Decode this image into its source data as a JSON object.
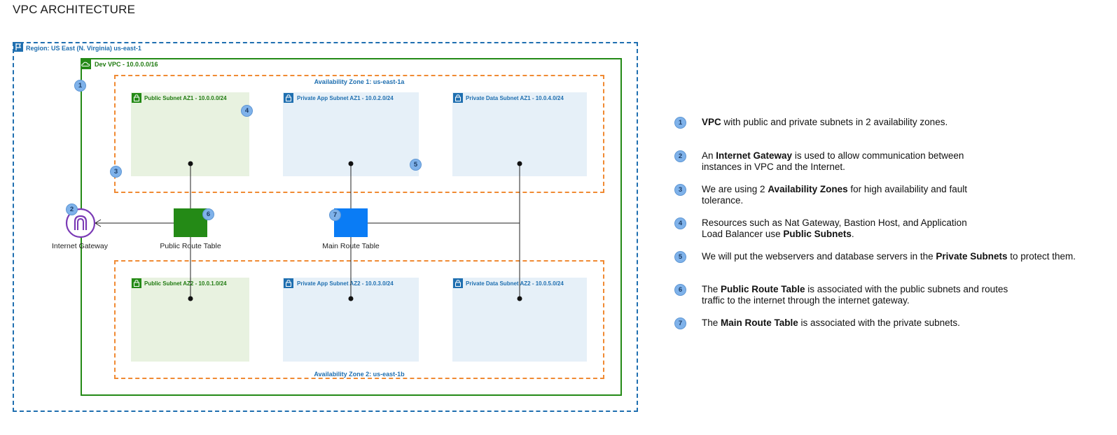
{
  "title": "VPC ARCHITECTURE",
  "region": {
    "label": "Region: US East (N. Virginia) us-east-1"
  },
  "vpc": {
    "label": "Dev VPC - 10.0.0.0/16"
  },
  "availability_zones": [
    {
      "label": "Availability Zone 1: us-east-1a"
    },
    {
      "label": "Availability Zone 2: us-east-1b"
    }
  ],
  "subnets": [
    {
      "label": "Public Subnet AZ1 - 10.0.0.0/24"
    },
    {
      "label": "Private App Subnet AZ1 - 10.0.2.0/24"
    },
    {
      "label": "Private Data Subnet AZ1 - 10.0.4.0/24"
    },
    {
      "label": "Public Subnet AZ2 - 10.0.1.0/24"
    },
    {
      "label": "Private App Subnet AZ2  - 10.0.3.0/24"
    },
    {
      "label": "Private Data Subnet AZ2  - 10.0.5.0/24"
    }
  ],
  "route_tables": [
    {
      "label": "Public Route Table"
    },
    {
      "label": "Main Route Table"
    }
  ],
  "internet_gateway": {
    "label": "Internet Gateway"
  },
  "badges": [
    "1",
    "2",
    "3",
    "4",
    "5",
    "6",
    "7"
  ],
  "legend": [
    {
      "number": "1",
      "parts": [
        {
          "text": "VPC",
          "bold": true
        },
        {
          "text": " with public and private subnets in 2 availability zones.",
          "bold": false
        }
      ]
    },
    {
      "number": "2",
      "parts": [
        {
          "text": "An ",
          "bold": false
        },
        {
          "text": "Internet Gateway",
          "bold": true
        },
        {
          "text": " is used to allow communication between",
          "bold": false
        },
        {
          "text": "\n",
          "bold": false
        },
        {
          "text": "instances in VPC and the Internet.",
          "bold": false
        }
      ]
    },
    {
      "number": "3",
      "parts": [
        {
          "text": "We are using 2 ",
          "bold": false
        },
        {
          "text": "Availability Zones",
          "bold": true
        },
        {
          "text": " for high availability and fault",
          "bold": false
        },
        {
          "text": "\n",
          "bold": false
        },
        {
          "text": "tolerance.",
          "bold": false
        }
      ]
    },
    {
      "number": "4",
      "parts": [
        {
          "text": "Resources such as Nat Gateway, Bastion Host, and Application",
          "bold": false
        },
        {
          "text": "\n",
          "bold": false
        },
        {
          "text": "Load Balancer use ",
          "bold": false
        },
        {
          "text": "Public Subnets",
          "bold": true
        },
        {
          "text": ".",
          "bold": false
        }
      ]
    },
    {
      "number": "5",
      "parts": [
        {
          "text": "We will put the webservers and database servers in the ",
          "bold": false
        },
        {
          "text": "Private Subnets",
          "bold": true
        },
        {
          "text": " to protect them.",
          "bold": false
        }
      ]
    },
    {
      "number": "6",
      "parts": [
        {
          "text": "The ",
          "bold": false
        },
        {
          "text": "Public Route Table",
          "bold": true
        },
        {
          "text": " is associated with the public subnets and routes",
          "bold": false
        },
        {
          "text": "\n",
          "bold": false
        },
        {
          "text": "traffic to the internet through the internet gateway.",
          "bold": false
        }
      ]
    },
    {
      "number": "7",
      "parts": [
        {
          "text": "The ",
          "bold": false
        },
        {
          "text": "Main Route Table",
          "bold": true
        },
        {
          "text": " is associated with the private subnets.",
          "bold": false
        }
      ]
    }
  ],
  "colors": {
    "region_border": "#1f6fb0",
    "vpc_border": "#248a16",
    "az_border": "#f08a33",
    "public_subnet_fill": "#e8f2e0",
    "private_subnet_fill": "#e6f0f8",
    "public_route_table": "#248a16",
    "main_route_table": "#0a7cf5",
    "badge_fill": "#7fb2ea",
    "internet_gateway": "#7a3ab5"
  },
  "icons": {
    "region": "flag-icon",
    "vpc": "cloud-icon",
    "public_subnet": "lock-icon",
    "private_subnet": "lock-icon",
    "internet_gateway": "internet-gateway-icon"
  }
}
